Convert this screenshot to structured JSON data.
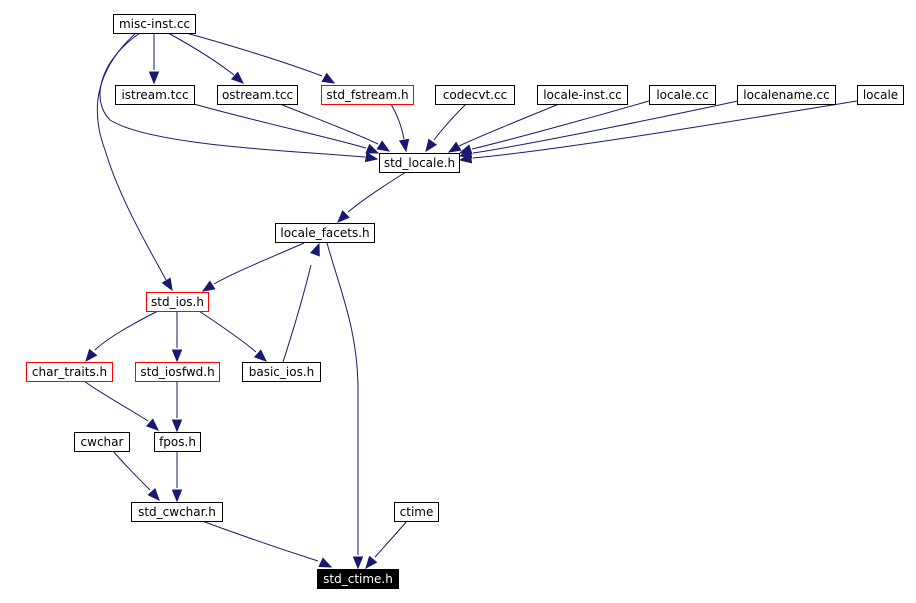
{
  "diagram": {
    "title": "std_ctime.h include dependency graph",
    "colors": {
      "edge": "#191970",
      "node_border": "#000000",
      "node_border_highlight": "#ff0000",
      "root_fill": "#000000",
      "root_text": "#ffffff"
    },
    "nodes": [
      {
        "id": "misc_inst_cc",
        "label": "misc-inst.cc",
        "style": "normal"
      },
      {
        "id": "istream_tcc",
        "label": "istream.tcc",
        "style": "normal"
      },
      {
        "id": "ostream_tcc",
        "label": "ostream.tcc",
        "style": "normal"
      },
      {
        "id": "std_fstream_h",
        "label": "std_fstream.h",
        "style": "red"
      },
      {
        "id": "codecvt_cc",
        "label": "codecvt.cc",
        "style": "normal"
      },
      {
        "id": "locale_inst_cc",
        "label": "locale-inst.cc",
        "style": "normal"
      },
      {
        "id": "locale_cc",
        "label": "locale.cc",
        "style": "normal"
      },
      {
        "id": "localename_cc",
        "label": "localename.cc",
        "style": "normal"
      },
      {
        "id": "locale",
        "label": "locale",
        "style": "normal"
      },
      {
        "id": "std_locale_h",
        "label": "std_locale.h",
        "style": "normal"
      },
      {
        "id": "locale_facets_h",
        "label": "locale_facets.h",
        "style": "normal"
      },
      {
        "id": "std_ios_h",
        "label": "std_ios.h",
        "style": "red"
      },
      {
        "id": "char_traits_h",
        "label": "char_traits.h",
        "style": "red"
      },
      {
        "id": "std_iosfwd_h",
        "label": "std_iosfwd.h",
        "style": "red"
      },
      {
        "id": "basic_ios_h",
        "label": "basic_ios.h",
        "style": "normal"
      },
      {
        "id": "cwchar",
        "label": "cwchar",
        "style": "normal"
      },
      {
        "id": "fpos_h",
        "label": "fpos.h",
        "style": "normal"
      },
      {
        "id": "std_cwchar_h",
        "label": "std_cwchar.h",
        "style": "normal"
      },
      {
        "id": "ctime",
        "label": "ctime",
        "style": "normal"
      },
      {
        "id": "std_ctime_h",
        "label": "std_ctime.h",
        "style": "root"
      }
    ],
    "edges": [
      {
        "from": "misc_inst_cc",
        "to": "istream_tcc"
      },
      {
        "from": "misc_inst_cc",
        "to": "ostream_tcc"
      },
      {
        "from": "misc_inst_cc",
        "to": "std_fstream_h"
      },
      {
        "from": "misc_inst_cc",
        "to": "std_locale_h"
      },
      {
        "from": "misc_inst_cc",
        "to": "std_ios_h"
      },
      {
        "from": "istream_tcc",
        "to": "std_locale_h"
      },
      {
        "from": "ostream_tcc",
        "to": "std_locale_h"
      },
      {
        "from": "std_fstream_h",
        "to": "std_locale_h"
      },
      {
        "from": "codecvt_cc",
        "to": "std_locale_h"
      },
      {
        "from": "locale_inst_cc",
        "to": "std_locale_h"
      },
      {
        "from": "locale_cc",
        "to": "std_locale_h"
      },
      {
        "from": "localename_cc",
        "to": "std_locale_h"
      },
      {
        "from": "locale",
        "to": "std_locale_h"
      },
      {
        "from": "std_locale_h",
        "to": "locale_facets_h"
      },
      {
        "from": "locale_facets_h",
        "to": "std_ios_h"
      },
      {
        "from": "locale_facets_h",
        "to": "std_ctime_h"
      },
      {
        "from": "std_ios_h",
        "to": "char_traits_h"
      },
      {
        "from": "std_ios_h",
        "to": "std_iosfwd_h"
      },
      {
        "from": "std_ios_h",
        "to": "basic_ios_h"
      },
      {
        "from": "basic_ios_h",
        "to": "locale_facets_h"
      },
      {
        "from": "char_traits_h",
        "to": "fpos_h"
      },
      {
        "from": "std_iosfwd_h",
        "to": "fpos_h"
      },
      {
        "from": "cwchar",
        "to": "std_cwchar_h"
      },
      {
        "from": "fpos_h",
        "to": "std_cwchar_h"
      },
      {
        "from": "std_cwchar_h",
        "to": "std_ctime_h"
      },
      {
        "from": "ctime",
        "to": "std_ctime_h"
      }
    ]
  }
}
